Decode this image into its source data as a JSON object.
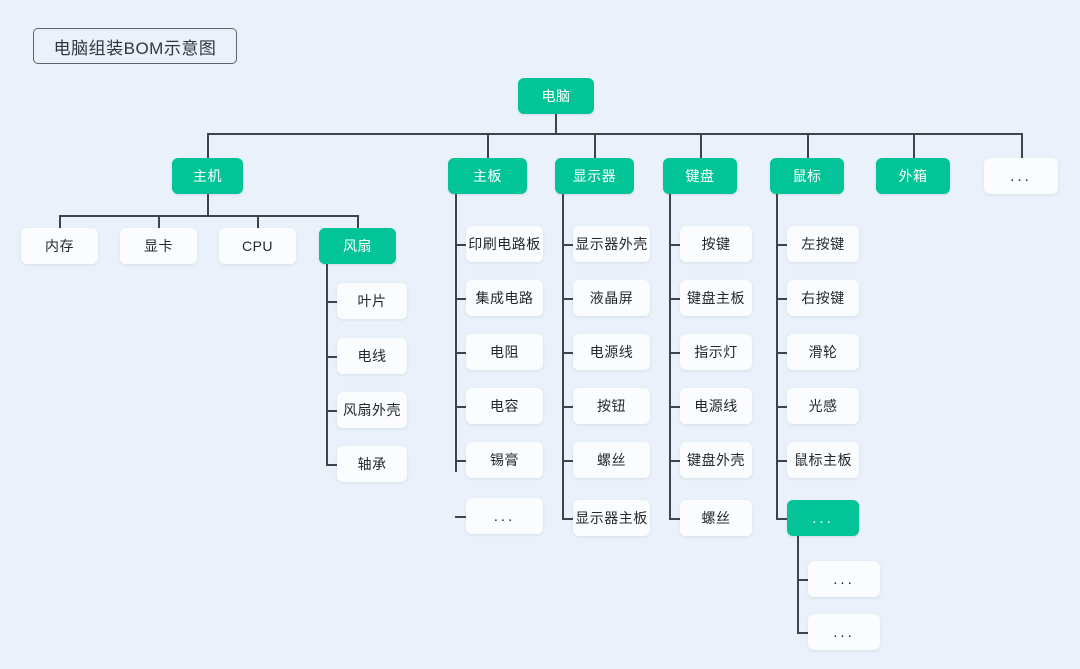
{
  "title": "电脑组装BOM示意图",
  "colors": {
    "background": "#eaf1fa",
    "node_green": "#02c497",
    "node_white": "#fbfcfe",
    "connector": "#3c4450",
    "title_border": "#5b6472",
    "green_text": "#ffffff",
    "white_text": "#23282f"
  },
  "chart_data": {
    "type": "tree",
    "title": "电脑组装BOM示意图",
    "orientation": "top-down-then-vertical",
    "root": "电脑",
    "levels": 4
  },
  "tree": {
    "root": {
      "label": "电脑",
      "style": "green"
    },
    "level1": [
      {
        "label": "主机",
        "style": "green"
      },
      {
        "label": "主板",
        "style": "green"
      },
      {
        "label": "显示器",
        "style": "green"
      },
      {
        "label": "键盘",
        "style": "green"
      },
      {
        "label": "鼠标",
        "style": "green"
      },
      {
        "label": "外箱",
        "style": "green"
      },
      {
        "label": "...",
        "style": "white"
      }
    ],
    "zhuji_children": [
      {
        "label": "内存",
        "style": "white"
      },
      {
        "label": "显卡",
        "style": "white"
      },
      {
        "label": "CPU",
        "style": "white"
      },
      {
        "label": "风扇",
        "style": "green"
      }
    ],
    "fengshan_children": [
      {
        "label": "叶片",
        "style": "white"
      },
      {
        "label": "电线",
        "style": "white"
      },
      {
        "label": "风扇外壳",
        "style": "white"
      },
      {
        "label": "轴承",
        "style": "white"
      }
    ],
    "zhuban_children": [
      {
        "label": "印刷电路板",
        "style": "white"
      },
      {
        "label": "集成电路",
        "style": "white"
      },
      {
        "label": "电阻",
        "style": "white"
      },
      {
        "label": "电容",
        "style": "white"
      },
      {
        "label": "锡膏",
        "style": "white"
      },
      {
        "label": "...",
        "style": "white"
      }
    ],
    "xianshiqi_children": [
      {
        "label": "显示器外壳",
        "style": "white"
      },
      {
        "label": "液晶屏",
        "style": "white"
      },
      {
        "label": "电源线",
        "style": "white"
      },
      {
        "label": "按钮",
        "style": "white"
      },
      {
        "label": "螺丝",
        "style": "white"
      },
      {
        "label": "显示器主板",
        "style": "white"
      }
    ],
    "jianpan_children": [
      {
        "label": "按键",
        "style": "white"
      },
      {
        "label": "键盘主板",
        "style": "white"
      },
      {
        "label": "指示灯",
        "style": "white"
      },
      {
        "label": "电源线",
        "style": "white"
      },
      {
        "label": "键盘外壳",
        "style": "white"
      },
      {
        "label": "螺丝",
        "style": "white"
      }
    ],
    "shubiao_children": [
      {
        "label": "左按键",
        "style": "white"
      },
      {
        "label": "右按键",
        "style": "white"
      },
      {
        "label": "滑轮",
        "style": "white"
      },
      {
        "label": "光感",
        "style": "white"
      },
      {
        "label": "鼠标主板",
        "style": "white"
      },
      {
        "label": "...",
        "style": "green"
      }
    ],
    "shubiao_dots_children": [
      {
        "label": "...",
        "style": "white"
      },
      {
        "label": "...",
        "style": "white"
      }
    ]
  }
}
